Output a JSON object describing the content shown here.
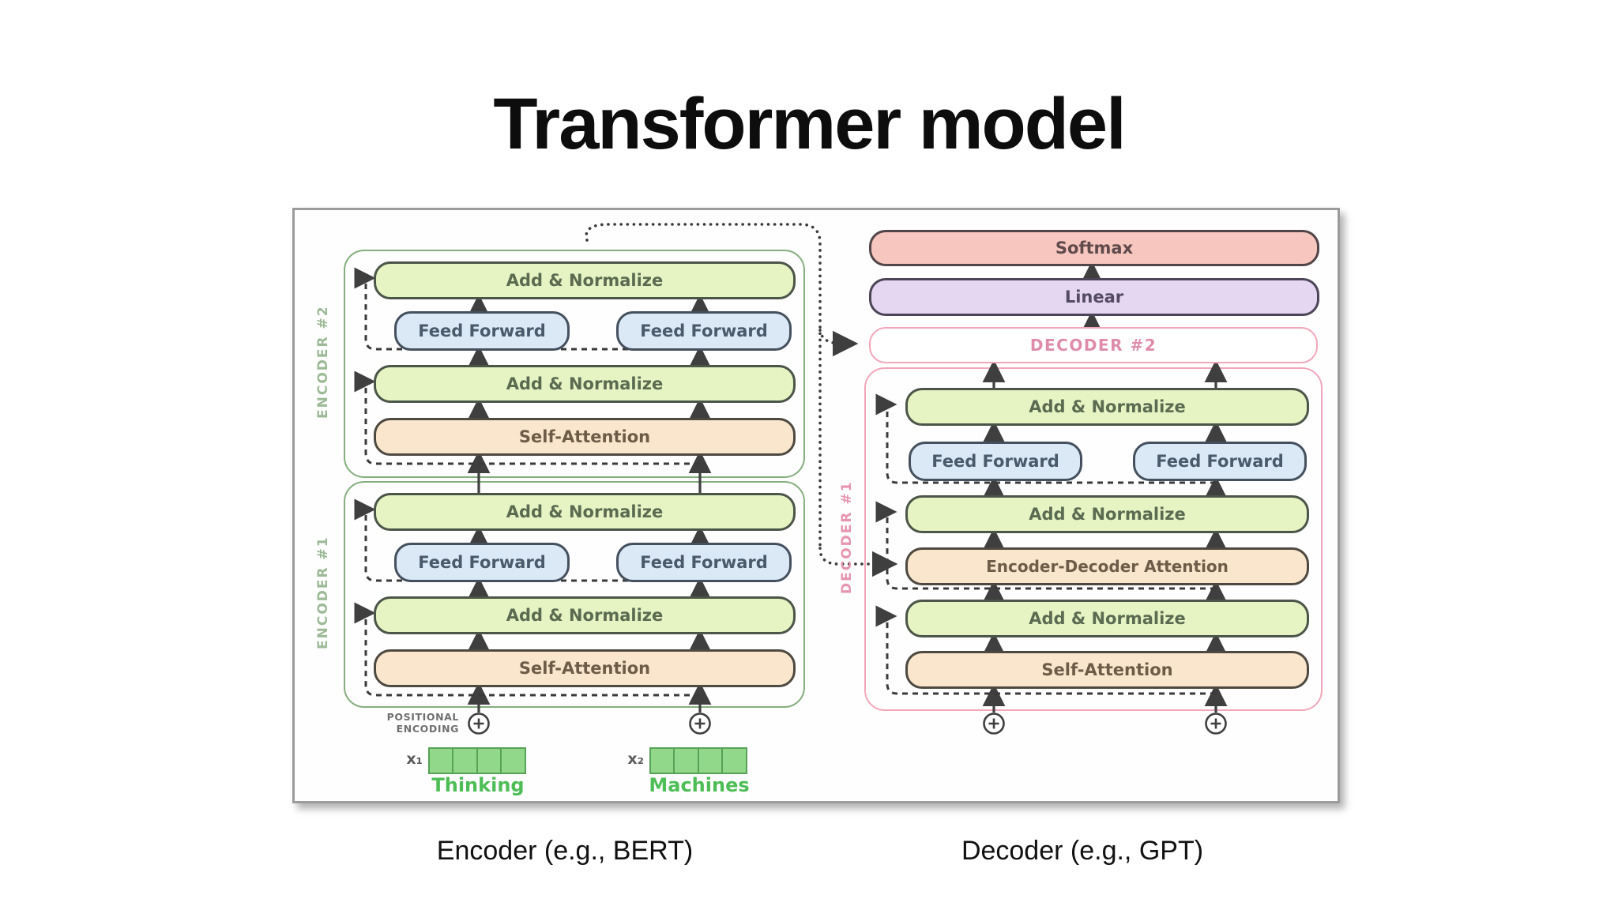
{
  "title": "Transformer model",
  "panel": {
    "encoder2": {
      "label": "ENCODER #2",
      "add_norm_top": "Add & Normalize",
      "ff_left": "Feed Forward",
      "ff_right": "Feed Forward",
      "add_norm_bottom": "Add & Normalize",
      "self_attention": "Self-Attention"
    },
    "encoder1": {
      "label": "ENCODER #1",
      "add_norm_top": "Add & Normalize",
      "ff_left": "Feed Forward",
      "ff_right": "Feed Forward",
      "add_norm_bottom": "Add & Normalize",
      "self_attention": "Self-Attention"
    },
    "output_stack": {
      "softmax": "Softmax",
      "linear": "Linear",
      "decoder2": "DECODER #2"
    },
    "decoder1": {
      "label": "DECODER #1",
      "add_norm_top": "Add & Normalize",
      "ff_left": "Feed Forward",
      "ff_right": "Feed Forward",
      "add_norm_mid": "Add & Normalize",
      "enc_dec_attention": "Encoder-Decoder Attention",
      "add_norm_bottom": "Add & Normalize",
      "self_attention": "Self-Attention"
    },
    "positional_encoding": {
      "line1": "POSITIONAL",
      "line2": "ENCODING"
    },
    "inputs": {
      "x1": "x₁",
      "x1_word": "Thinking",
      "x2": "x₂",
      "x2_word": "Machines"
    }
  },
  "captions": {
    "encoder": "Encoder (e.g., BERT)",
    "decoder": "Decoder (e.g., GPT)"
  },
  "colors": {
    "add_normalize_fill": "#e6f4c4",
    "feed_forward_fill": "#dbe9f6",
    "attention_fill": "#f9e6cd",
    "softmax_fill": "#f7c6be",
    "linear_fill": "#e5d7f1",
    "encoder_outline": "#84ae7d",
    "decoder_outline": "#f2a6ba",
    "embedding_green": "#92d88b",
    "word_green": "#4dbd55",
    "arrow": "#3f3f3f"
  }
}
